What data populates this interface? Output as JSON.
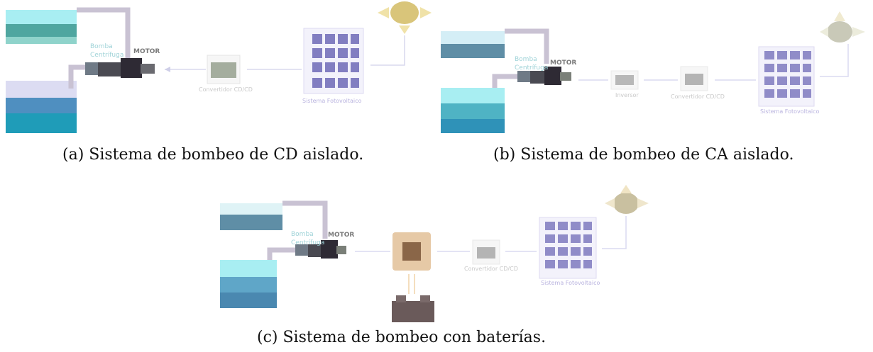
{
  "panels": {
    "a": {
      "caption": "(a) Sistema de bombeo de CD aislado.",
      "pump_line1": "Bomba",
      "pump_line2": "Centrífuga",
      "motor": "MOTOR",
      "converter": "Convertidor CD/CD",
      "pv": "Sistema Fotovoltaico"
    },
    "b": {
      "caption": "(b) Sistema de bombeo de CA aislado.",
      "pump_line1": "Bomba",
      "pump_line2": "Centrífuga",
      "motor": "MOTOR",
      "inverter": "Inversor",
      "converter": "Convertidor CD/CD",
      "pv": "Sistema Fotovoltaico"
    },
    "c": {
      "caption": "(c) Sistema de bombeo con baterías.",
      "pump_line1": "Bomba",
      "pump_line2": "Centrífuga",
      "motor": "MOTOR",
      "converter": "Convertidor CD/CD",
      "pv": "Sistema Fotovoltaico"
    }
  },
  "colors": {
    "water_light": "#a8eef2",
    "water_mid": "#4fb3c4",
    "water_dark": "#1f8fb0",
    "pipe": "#c9c2d3",
    "motor": "#3a3a44",
    "pv_cell": "#6f6ab8",
    "sun": "#d9c57a",
    "battery": "#8a6648",
    "arrow": "#d8d8ee"
  }
}
